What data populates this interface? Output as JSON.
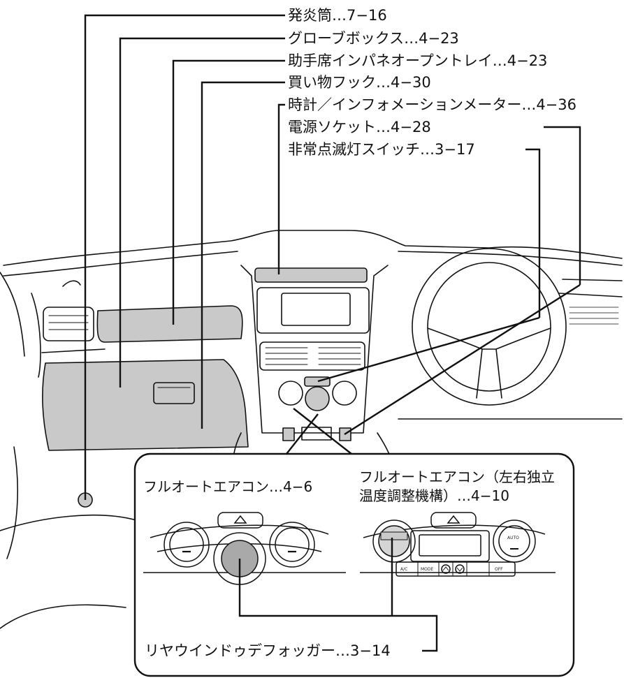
{
  "callouts": {
    "hatsuentou": "発炎筒…7−16",
    "glovebox": "グローブボックス…4−23",
    "passenger_tray": "助手席インパネオープントレイ…4−23",
    "shopping_hook": "買い物フック…4−30",
    "clock_info_meter": "時計／インフォメーションメーター…4−36",
    "power_socket": "電源ソケット…4−28",
    "hazard_switch": "非常点滅灯スイッチ…3−17",
    "rear_defogger": "リヤウインドゥデフォッガー…3−14"
  },
  "inset": {
    "left_title": "フルオートエアコン…4−6",
    "right_title_line1": "フルオートエアコン（左右独立",
    "right_title_line2": "温度調整機構）…4−10",
    "buttons": [
      "A/C",
      "MODE",
      "OFF"
    ],
    "auto_label": "AUTO"
  },
  "colors": {
    "highlight_gray": "#c9c9c9",
    "line": "#111111"
  }
}
